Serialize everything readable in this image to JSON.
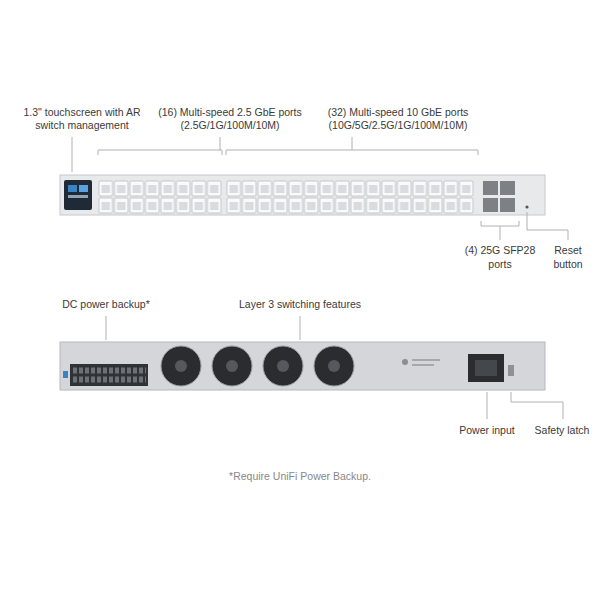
{
  "diagram": {
    "labels": [
      "1.3\" touchscreen with AR switch management",
      "(16) Multi-speed 2.5 GbE ports (2.5G/1G/100M/10M)",
      "(32) Multi-speed 10 GbE ports (10G/5G/2.5G/1G/100M/10M)",
      "(4) 25G SFP28 ports",
      "Reset button",
      "DC power backup*",
      "Layer 3 switching features",
      "Power input",
      "Safety latch",
      "*Require UniFi Power Backup."
    ]
  }
}
